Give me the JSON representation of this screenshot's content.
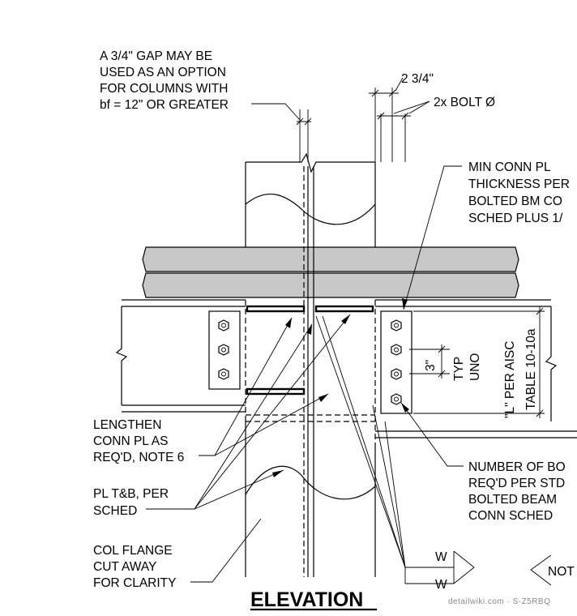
{
  "notes": {
    "gap_note": [
      "A 3/4\" GAP MAY BE",
      "USED AS AN OPTION",
      "FOR COLUMNS WITH",
      "bf = 12\" OR GREATER"
    ],
    "dim_gap": "2 3/4\"",
    "bolt_dia": "2x BOLT Ø",
    "min_conn_pl": [
      "MIN CONN PL",
      "THICKNESS PER",
      "BOLTED BM CO",
      "SCHED PLUS 1/"
    ],
    "bolt_spacing": "3\"",
    "typ_uno": [
      "TYP",
      "UNO"
    ],
    "l_per_aisc": [
      "\"L\" PER AISC",
      "TABLE 10-10a"
    ],
    "lengthen": [
      "LENGTHEN",
      "CONN PL AS",
      "REQ'D, NOTE 6"
    ],
    "number_of_bolts": [
      "NUMBER OF BO",
      "REQ'D PER STD",
      "BOLTED BEAM",
      "CONN SCHED"
    ],
    "pl_tb": [
      "PL T&B, PER",
      "SCHED"
    ],
    "col_flange": [
      "COL FLANGE",
      "CUT AWAY",
      "FOR CLARITY"
    ],
    "weld_w1": "W",
    "weld_w2": "W",
    "weld_not": "NOT"
  },
  "title": "ELEVATION",
  "watermark": "detailwiki.com · S-Z5RBQ"
}
